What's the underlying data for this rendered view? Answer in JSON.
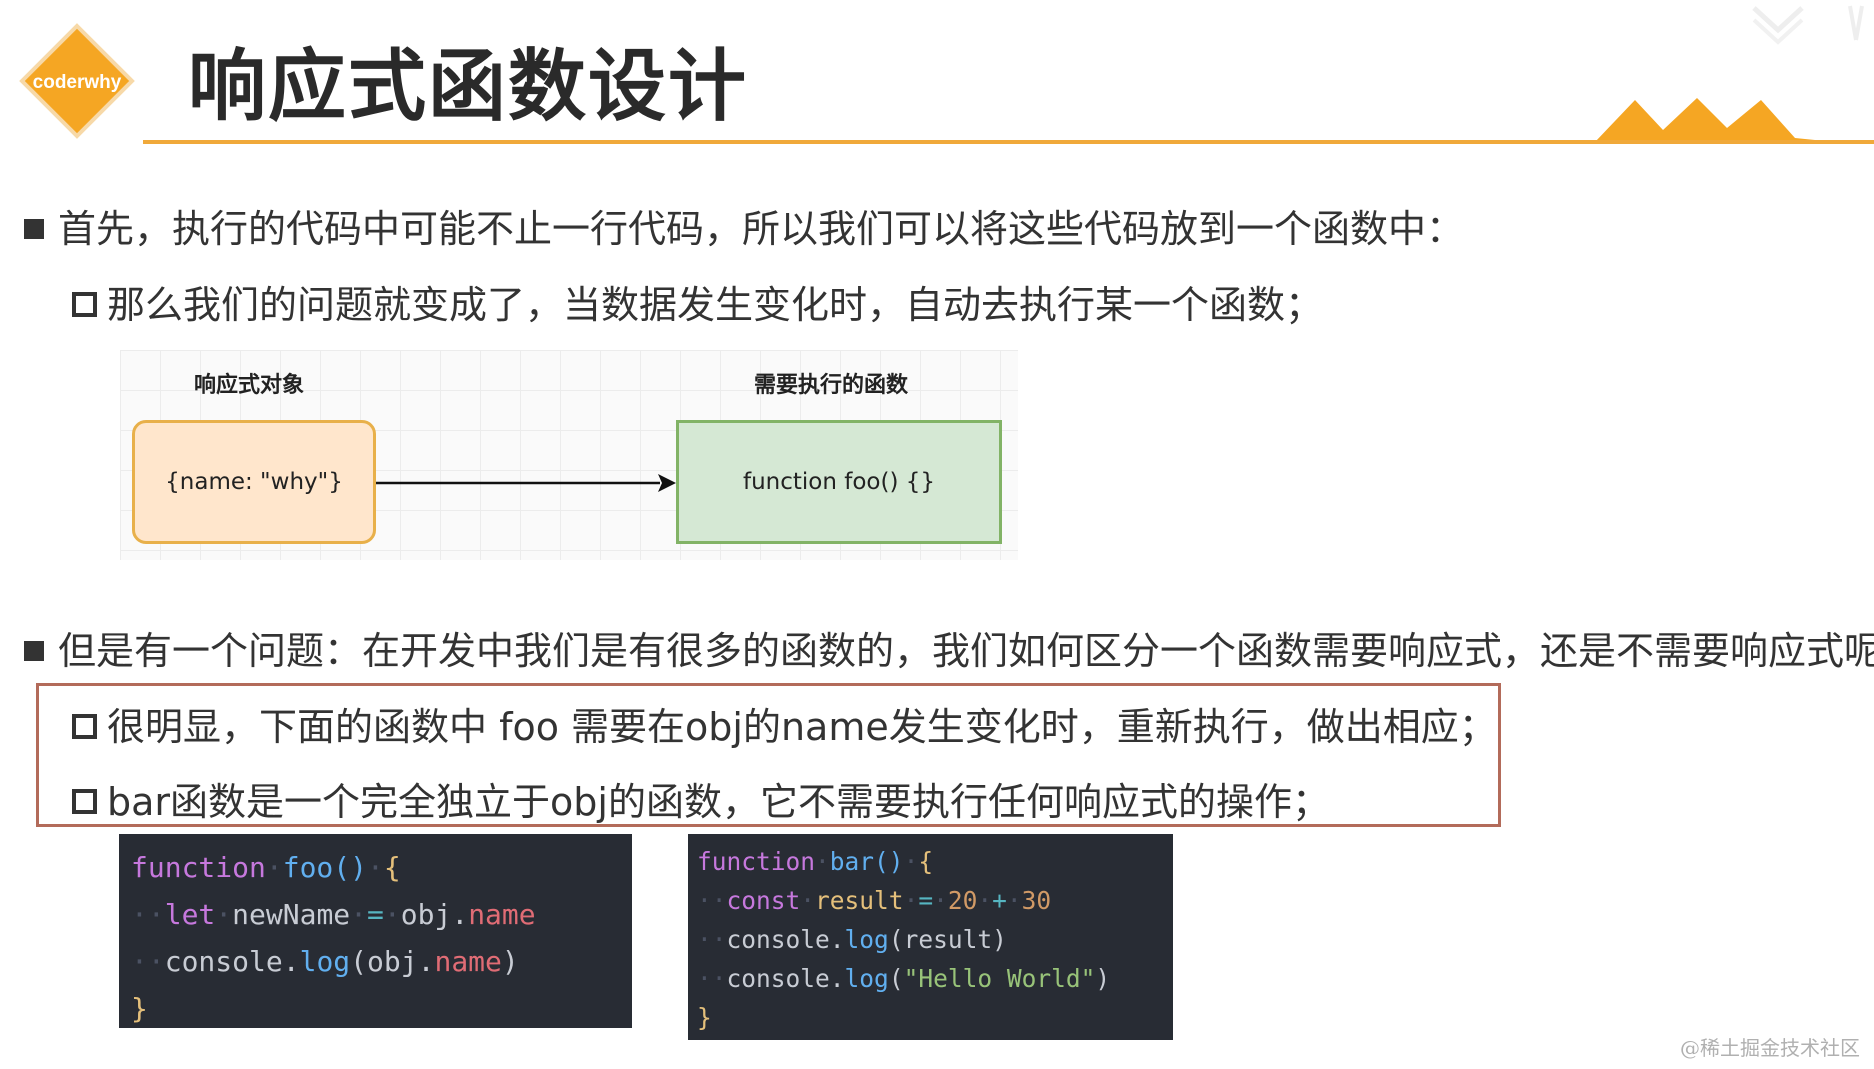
{
  "header": {
    "logo_text": "coderwhy",
    "title": "响应式函数设计"
  },
  "bullets": {
    "b1": "首先，执行的代码中可能不止一行代码，所以我们可以将这些代码放到一个函数中：",
    "b1_sub": "那么我们的问题就变成了，当数据发生变化时，自动去执行某一个函数；",
    "b2": "但是有一个问题：在开发中我们是有很多的函数的，我们如何区分一个函数需要响应式，还是不需要响应式呢？",
    "b2_sub1": "很明显，下面的函数中 foo 需要在obj的name发生变化时，重新执行，做出相应；",
    "b2_sub2": "bar函数是一个完全独立于obj的函数，它不需要执行任何响应式的操作；"
  },
  "diagram": {
    "left_label": "响应式对象",
    "right_label": "需要执行的函数",
    "left_box": "{name: \"why\"}",
    "right_box": "function foo() {}",
    "colors": {
      "left_fill": "#ffe6cc",
      "left_border": "#e8b04a",
      "right_fill": "#d5e8d4",
      "right_border": "#82b366"
    }
  },
  "code_foo": {
    "l1_kw": "function",
    "l1_fn": "foo",
    "l1_paren": "()",
    "l1_brace": "{",
    "l2_kw": "let",
    "l2_var": "newName",
    "l2_op": "=",
    "l2_obj": "obj",
    "l2_dot": ".",
    "l2_prop": "name",
    "l3_obj": "console",
    "l3_dot": ".",
    "l3_fn": "log",
    "l3_open": "(",
    "l3_arg": "obj",
    "l3_dot2": ".",
    "l3_prop": "name",
    "l3_close": ")",
    "l4_brace": "}"
  },
  "code_bar": {
    "l1_kw": "function",
    "l1_fn": "bar",
    "l1_paren": "()",
    "l1_brace": "{",
    "l2_kw": "const",
    "l2_var": "result",
    "l2_op": "=",
    "l2_n1": "20",
    "l2_plus": "+",
    "l2_n2": "30",
    "l3_obj": "console",
    "l3_dot": ".",
    "l3_fn": "log",
    "l3_open": "(",
    "l3_arg": "result",
    "l3_close": ")",
    "l4_obj": "console",
    "l4_dot": ".",
    "l4_fn": "log",
    "l4_open": "(",
    "l4_str": "\"Hello World\"",
    "l4_close": ")",
    "l5_brace": "}"
  },
  "watermark": "@稀土掘金技术社区",
  "colors": {
    "accent": "#f0a93a",
    "code_bg": "#282c34"
  }
}
